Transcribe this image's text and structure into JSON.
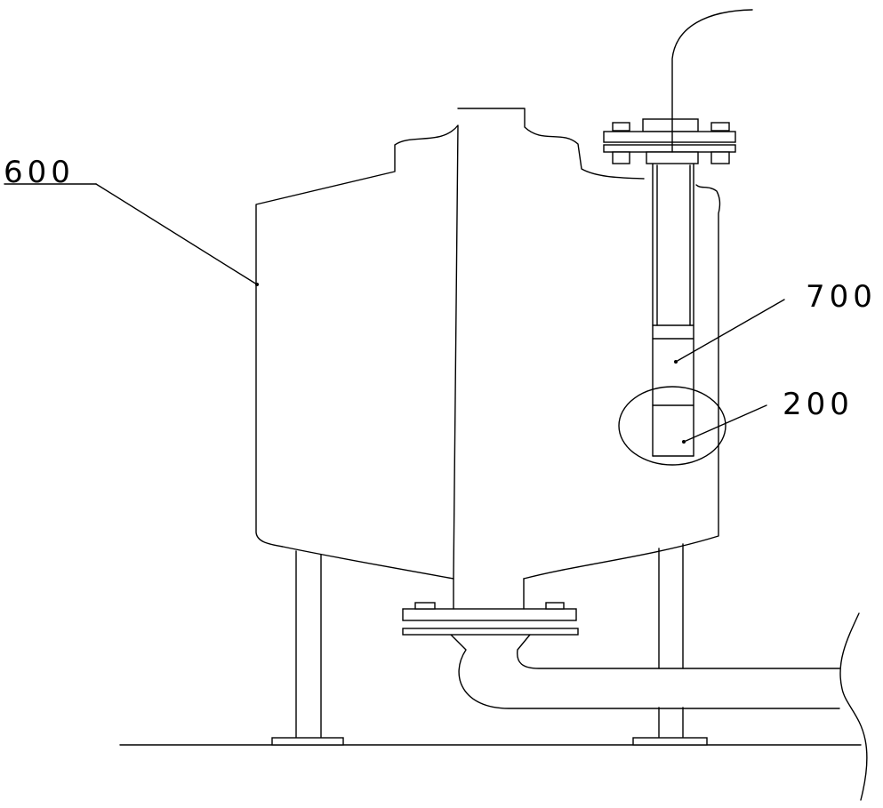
{
  "labels": {
    "vessel": "600",
    "tube": "700",
    "detail": "200"
  }
}
